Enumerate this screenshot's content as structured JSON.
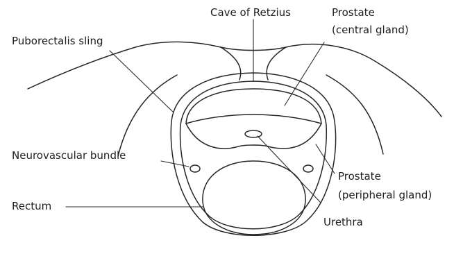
{
  "labels": {
    "cave_of_retzius": "Cave of Retzius",
    "prostate_central_line1": "Prostate",
    "prostate_central_line2": "(central gland)",
    "puborectalis_sling": "Puborectalis sling",
    "neurovascular_bundle": "Neurovascular bundle",
    "rectum": "Rectum",
    "prostate_peripheral_line1": "Prostate",
    "prostate_peripheral_line2": "(peripheral gland)",
    "urethra": "Urethra"
  },
  "colors": {
    "stroke": "#262626",
    "text": "#1e1e1e",
    "background": "#ffffff"
  }
}
